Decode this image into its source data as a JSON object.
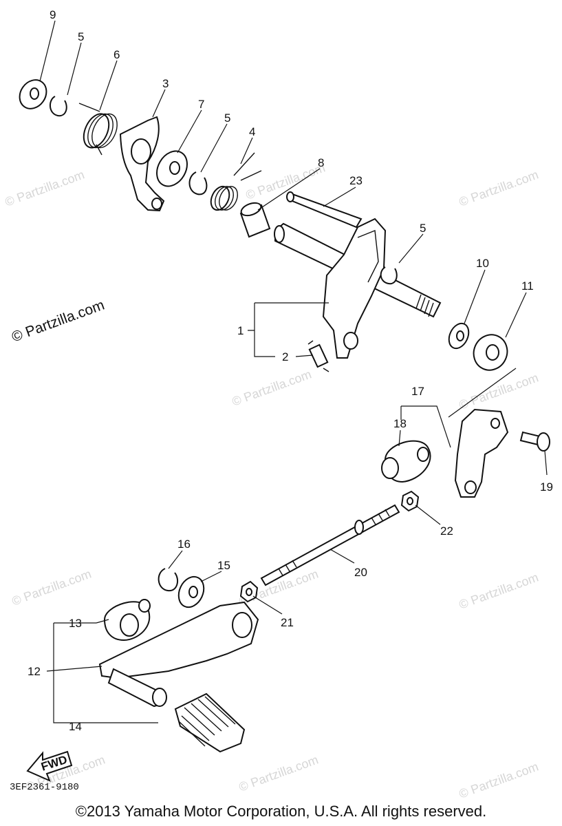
{
  "watermark_text": "© Partzilla.com",
  "side_watermark": "© Partzilla.com",
  "diagram_code": "3EF2361-9180",
  "copyright": "©2013  Yamaha Motor Corporation, U.S.A. All rights reserved.",
  "fwd_label": "FWD",
  "callouts": {
    "c9": "9",
    "c5a": "5",
    "c6": "6",
    "c3": "3",
    "c7": "7",
    "c5b": "5",
    "c4": "4",
    "c8": "8",
    "c23": "23",
    "c5c": "5",
    "c10": "10",
    "c11": "11",
    "c1": "1",
    "c2": "2",
    "c17": "17",
    "c18": "18",
    "c19": "19",
    "c22": "22",
    "c20": "20",
    "c16": "16",
    "c15": "15",
    "c21": "21",
    "c13": "13",
    "c12": "12",
    "c14": "14"
  }
}
